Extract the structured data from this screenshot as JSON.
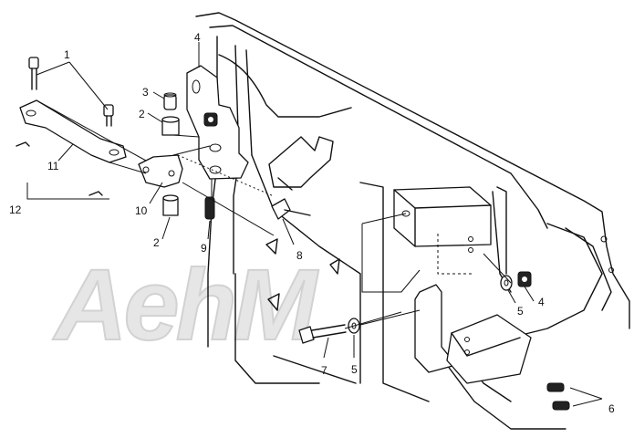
{
  "diagram": {
    "watermark": "AehM",
    "callouts": [
      {
        "id": "c1",
        "label": "1"
      },
      {
        "id": "c2a",
        "label": "2"
      },
      {
        "id": "c2b",
        "label": "2"
      },
      {
        "id": "c3",
        "label": "3"
      },
      {
        "id": "c4a",
        "label": "4"
      },
      {
        "id": "c4b",
        "label": "4"
      },
      {
        "id": "c5a",
        "label": "5"
      },
      {
        "id": "c5b",
        "label": "5"
      },
      {
        "id": "c6",
        "label": "6"
      },
      {
        "id": "c7",
        "label": "7"
      },
      {
        "id": "c8",
        "label": "8"
      },
      {
        "id": "c9",
        "label": "9"
      },
      {
        "id": "c10",
        "label": "10"
      },
      {
        "id": "c11",
        "label": "11"
      },
      {
        "id": "c12",
        "label": "12"
      }
    ]
  }
}
